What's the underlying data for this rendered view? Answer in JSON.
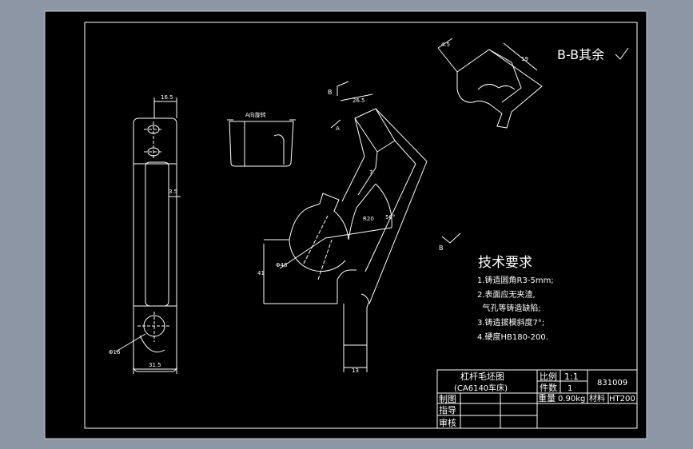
{
  "section_label": "B-B其余",
  "section_marker": "B",
  "auxiliary_view_label": "A向旋转",
  "view_marker": "A",
  "dimensions": {
    "width_top": "16.5",
    "slot_width": "3.5",
    "base_width": "31.5",
    "hole_dia_left": "Φ16",
    "circle_dia": "Φ48",
    "height_left": "41",
    "bottom_width": "13",
    "top_size": "26.5",
    "angle": "56°",
    "radius": "R20",
    "detail_a": "4.5",
    "detail_b": "19",
    "small_mark": "7"
  },
  "requirements": {
    "title": "技术要求",
    "items": [
      "1.铸造圆角R3-5mm;",
      "2.表面应无夹渣,",
      "  气孔等铸造缺陷;",
      "3.铸造拔模斜度7°;",
      "4.硬度HB180-200."
    ]
  },
  "title_block": {
    "part_name": "杠杆毛坯图",
    "machine": "(CA6140车床)",
    "scale_label": "比例",
    "scale_value": "1:1",
    "count_label": "件数",
    "count_value": "1",
    "drawing_no": "831009",
    "weight_label": "重量",
    "weight_value": "0.90kg",
    "material_label": "材料",
    "material_value": "HT200",
    "drawn_label": "制图",
    "guide_label": "指导",
    "review_label": "审核"
  },
  "colors": {
    "outer_bg": "#8d96a5",
    "paper": "#000000",
    "line": "#ffffff",
    "frame_border": "#c7ccd4"
  }
}
